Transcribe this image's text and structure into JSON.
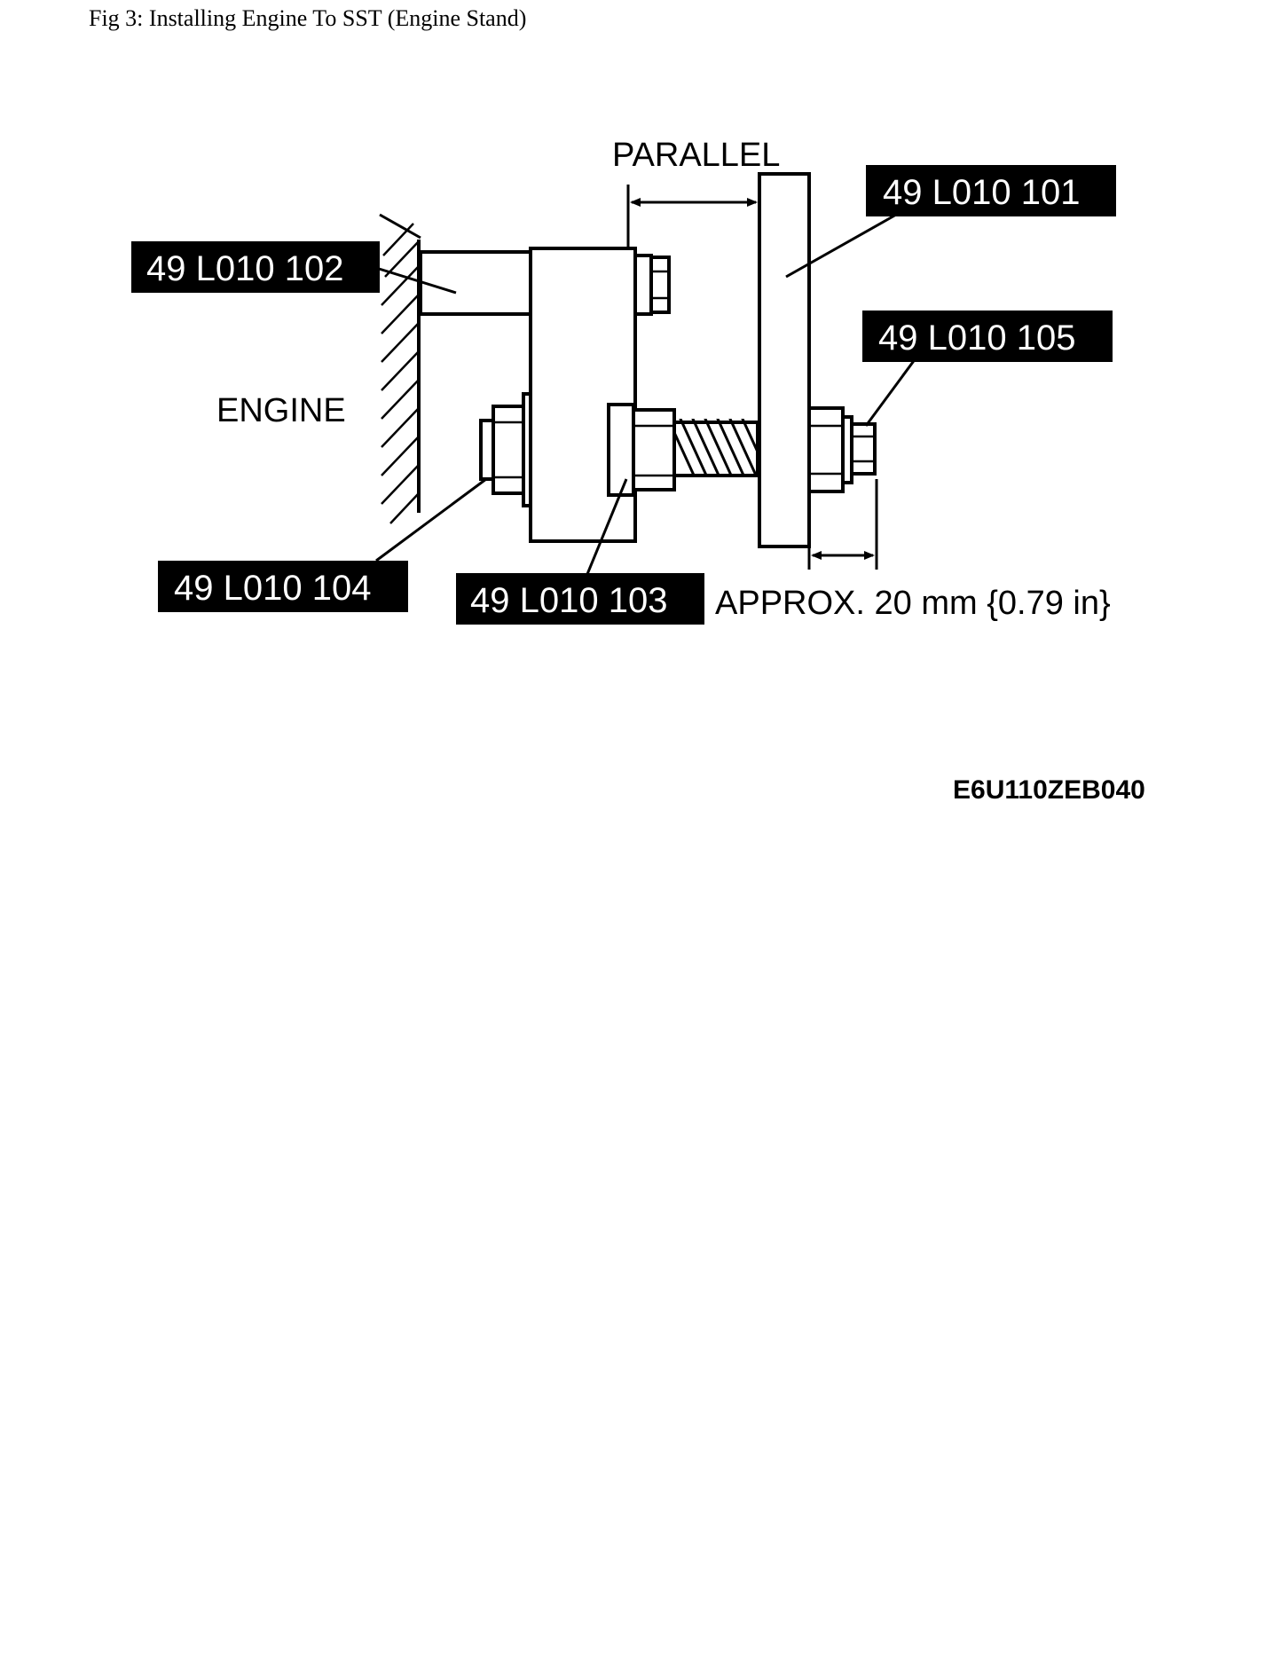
{
  "caption": "Fig 3: Installing Engine To SST (Engine Stand)",
  "diagram": {
    "parallel_label": "PARALLEL",
    "engine_label": "ENGINE",
    "approx_label": "APPROX. 20 mm {0.79 in}",
    "figure_code": "E6U110ZEB040",
    "parts": {
      "part_101": "49 L010 101",
      "part_102": "49 L010 102",
      "part_103": "49 L010 103",
      "part_104": "49 L010 104",
      "part_105": "49 L010 105"
    }
  }
}
